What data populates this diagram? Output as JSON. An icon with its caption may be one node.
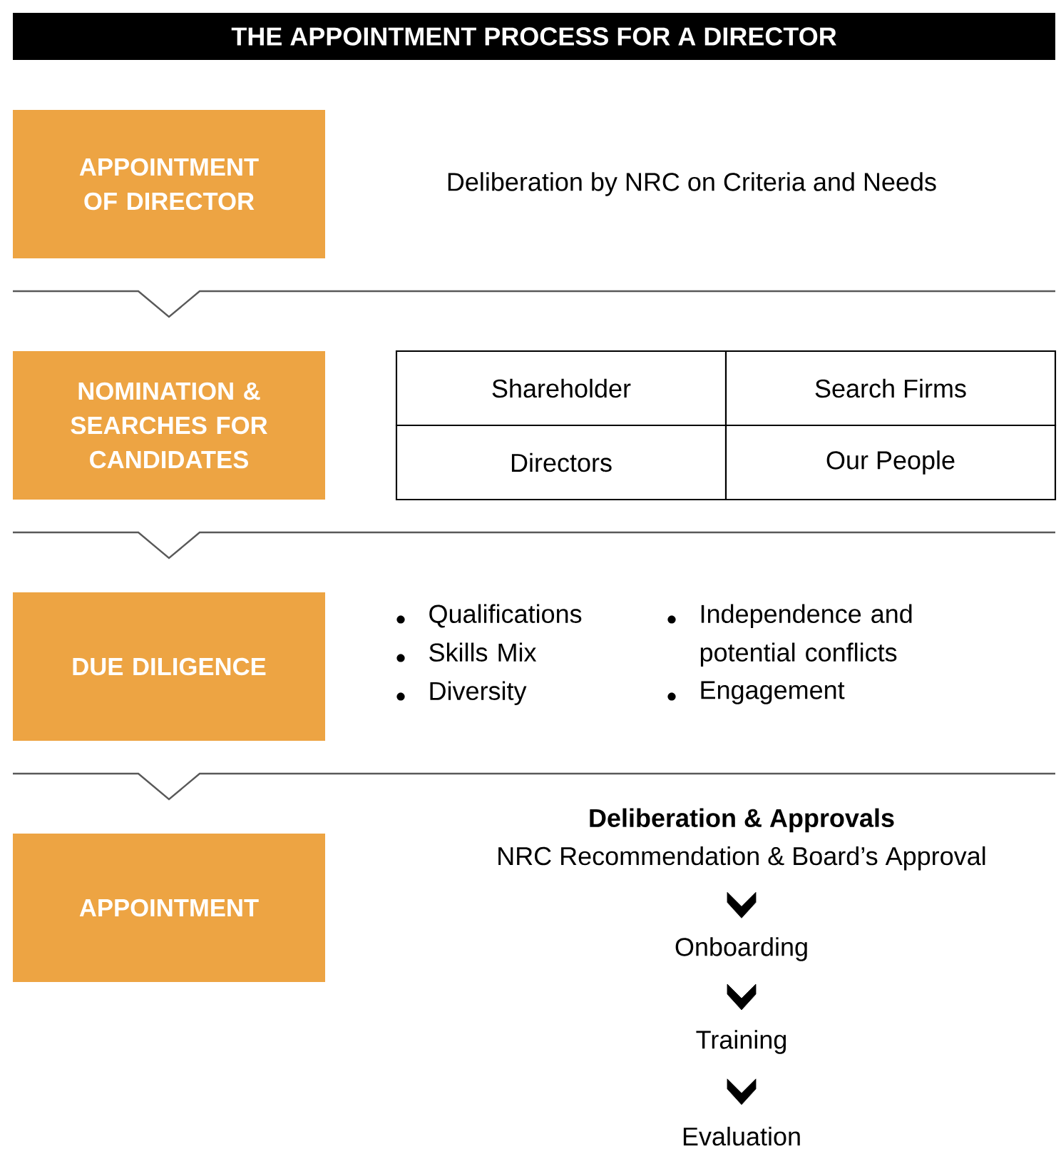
{
  "diagram": {
    "title": "THE APPOINTMENT PROCESS FOR A DIRECTOR",
    "nodes": [
      {
        "text": [
          "APPOINTMENT OF DIRECTOR"
        ]
      },
      {
        "text": [
          "NOMINATION & SEARCHES FOR CANDIDATES"
        ]
      },
      {
        "text": [
          "DUE DILIGENCE"
        ]
      },
      {
        "text": [
          "APPOINTMENT"
        ]
      },
      {
        "text": [
          "Shareholder"
        ]
      },
      {
        "text": [
          "Search Firms"
        ]
      },
      {
        "text": [
          "Directors"
        ]
      },
      {
        "text": [
          "Our People"
        ]
      },
      {
        "text": [
          "Deliberation & Approvals",
          "NRC Recommendation & Board’s Approval"
        ]
      },
      {
        "text": [
          "Onboarding"
        ]
      },
      {
        "text": [
          "Training"
        ]
      },
      {
        "text": [
          "Evaluation"
        ]
      }
    ],
    "edges": [
      {
        "from": 8,
        "to": 9,
        "arrow": "to"
      },
      {
        "from": 9,
        "to": 10,
        "arrow": "to"
      },
      {
        "from": 10,
        "to": 11,
        "arrow": "to"
      }
    ],
    "labels": [
      "Deliberation by NRC on Criteria and Needs",
      "Qualifications",
      "Independence and potential conflicts",
      "Skills Mix",
      "Diversity",
      "Engagement"
    ]
  }
}
